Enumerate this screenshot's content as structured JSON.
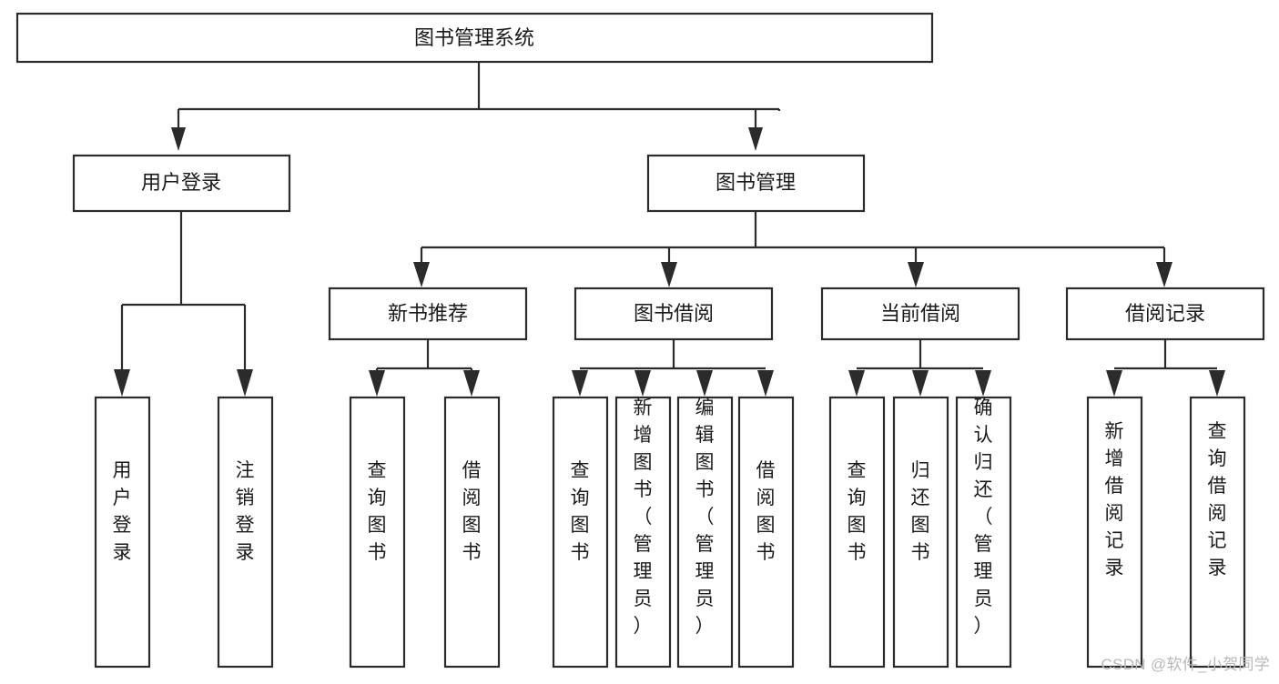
{
  "diagram": {
    "type": "tree-hierarchy",
    "orientation": "top-down",
    "root": {
      "label": "图书管理系统",
      "level": 0
    },
    "level1": [
      {
        "label": "用户登录"
      },
      {
        "label": "图书管理"
      }
    ],
    "level2": [
      {
        "label": "新书推荐",
        "parent": "图书管理"
      },
      {
        "label": "图书借阅",
        "parent": "图书管理"
      },
      {
        "label": "当前借阅",
        "parent": "图书管理"
      },
      {
        "label": "借阅记录",
        "parent": "图书管理"
      }
    ],
    "leaves": {
      "user_login": [
        {
          "label": "用户登录"
        },
        {
          "label": "注销登录"
        }
      ],
      "new_book_recommend": [
        {
          "label": "查询图书"
        },
        {
          "label": "借阅图书"
        }
      ],
      "book_borrow": [
        {
          "label": "查询图书"
        },
        {
          "label": "新增图书（管理员）"
        },
        {
          "label": "编辑图书（管理员）"
        },
        {
          "label": "借阅图书"
        }
      ],
      "current_borrow": [
        {
          "label": "查询图书"
        },
        {
          "label": "归还图书"
        },
        {
          "label": "确认归还（管理员）"
        }
      ],
      "borrow_record": [
        {
          "label": "新增借阅记录"
        },
        {
          "label": "查询借阅记录"
        }
      ]
    }
  },
  "watermark": {
    "text": "CSDN @软件_小贺同学"
  },
  "colors": {
    "stroke": "#2b2b2b",
    "box_fill": "#ffffff",
    "text": "#1a1a1a",
    "watermark": "#b8b8b8",
    "background": "#ffffff"
  }
}
